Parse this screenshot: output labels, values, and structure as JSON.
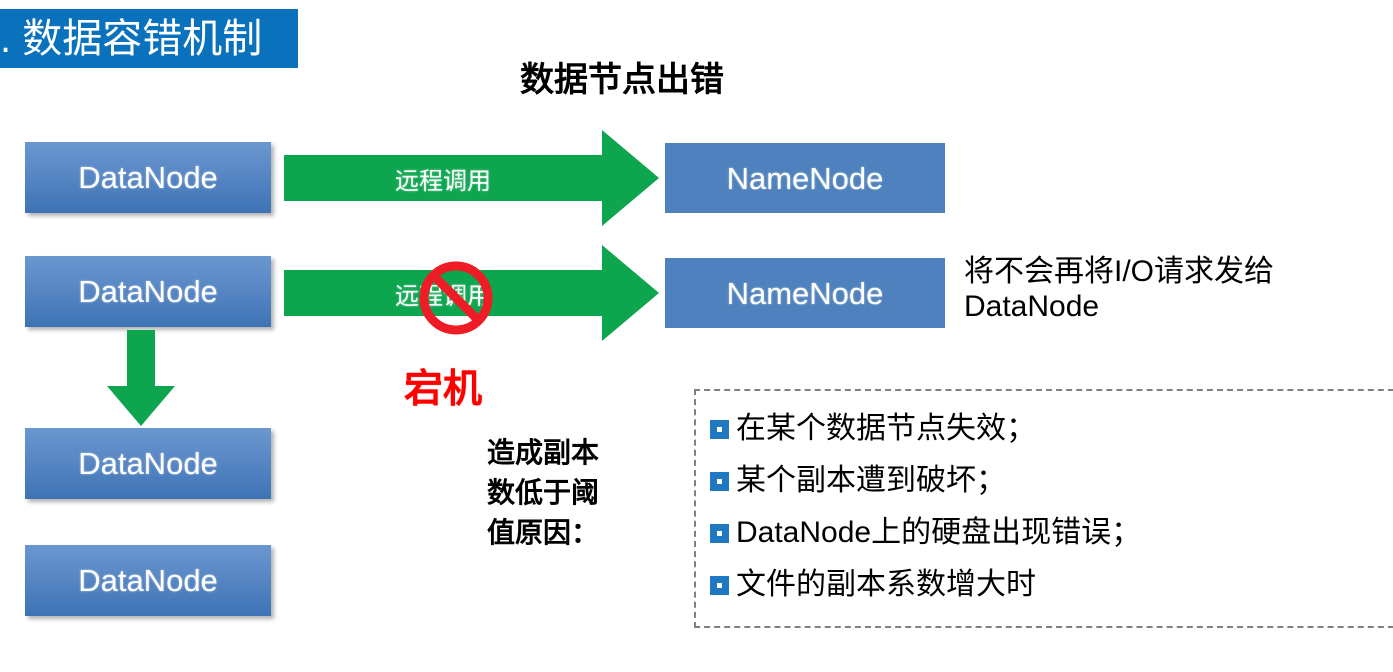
{
  "slide": {
    "title_banner": {
      "text": ". 数据容错机制",
      "background_color": "#0A71BD",
      "text_color": "#FFFFFF"
    },
    "section_heading": "数据节点出错"
  },
  "colors": {
    "banner_blue": "#0A71BD",
    "datanode_blue_top": "#6A97D0",
    "datanode_blue_bottom": "#3D73B5",
    "namenode_blue": "#4E81BD",
    "arrow_green": "#0DA64F",
    "alert_red": "#FF0000",
    "bullet_blue": "#1F78C1",
    "dashed_border_gray": "#808080"
  },
  "nodes": {
    "datanodes": [
      {
        "label": "DataNode"
      },
      {
        "label": "DataNode"
      },
      {
        "label": "DataNode"
      },
      {
        "label": "DataNode"
      }
    ],
    "namenodes": [
      {
        "label": "NameNode"
      },
      {
        "label": "NameNode"
      }
    ]
  },
  "arrows": {
    "rpc_top": {
      "label": "远程调用",
      "direction": "right"
    },
    "rpc_blocked": {
      "label": "远程调用",
      "direction": "right"
    },
    "replicate_down": {
      "label": "",
      "direction": "down"
    }
  },
  "annotations": {
    "blocked_icon": "no-entry-icon",
    "crash_label": "宕机",
    "side_note": {
      "line1": "将不会再将I/O请求发给",
      "line2": "DataNode"
    },
    "cause_label": {
      "line1": "造成副本",
      "line2": "数低于阈",
      "line3": "值原因："
    }
  },
  "reasons": {
    "bullet_icon": "hollow-square-bullet-icon",
    "items": [
      "在某个数据节点失效；",
      "某个副本遭到破坏；",
      "DataNode上的硬盘出现错误；",
      "文件的副本系数增大时"
    ]
  }
}
